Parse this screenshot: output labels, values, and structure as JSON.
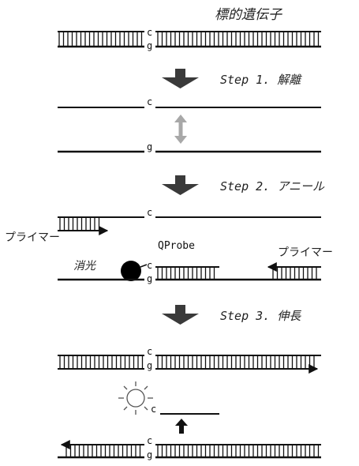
{
  "title": "標的遺伝子",
  "steps": {
    "step1": "Step 1. 解離",
    "step2": "Step 2. アニール",
    "step3": "Step 3. 伸長"
  },
  "labels": {
    "primer_left": "プライマー",
    "primer_right": "プライマー",
    "qprobe": "QProbe",
    "quench": "消光"
  },
  "bases": {
    "upper": "c",
    "lower": "g"
  },
  "icons": [
    "down-arrow-icon",
    "double-arrow-icon",
    "sun-icon",
    "up-arrow-icon",
    "quencher-dot-icon"
  ],
  "colors": {
    "strand": "#111111",
    "step_arrow": "#3a3a3a",
    "separation_arrow": "#a8a8a8",
    "sun": "#555555"
  }
}
